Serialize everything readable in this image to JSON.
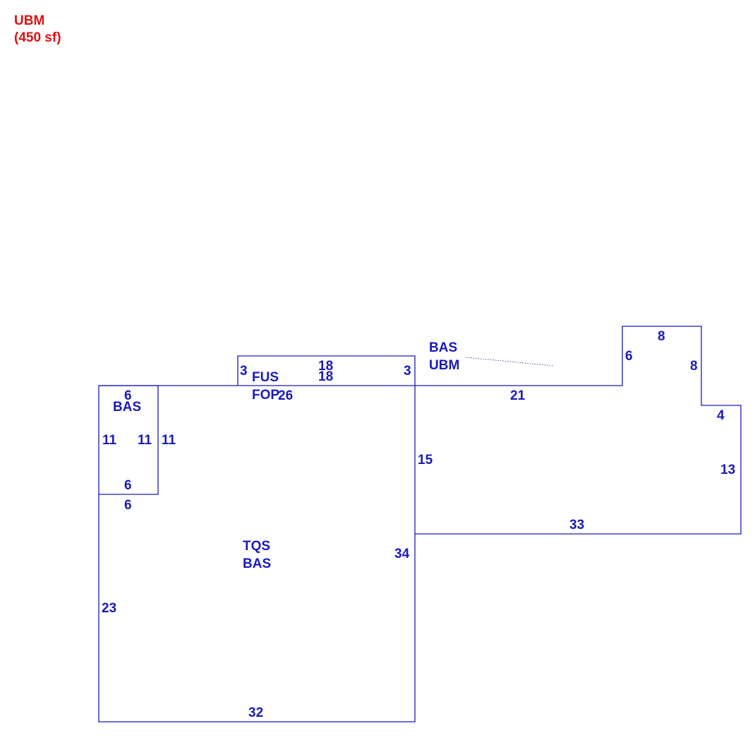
{
  "colors": {
    "line": "#1a1ab8",
    "text": "#1a1ab8",
    "legend": "#e01010"
  },
  "legend": {
    "area_code": "UBM",
    "area_size": "(450 sf)"
  },
  "areas": {
    "fus_code": "FUS",
    "fop_code": "FOP",
    "small_bas_code": "BAS",
    "tqs_code": "TQS",
    "main_bas_code": "BAS",
    "ubm_bas_code": "BAS",
    "ubm_code": "UBM"
  },
  "dimensions": {
    "fop_top": "18",
    "fop_inner": "18",
    "fop_left": "3",
    "fop_right": "3",
    "bas_small_top": "6",
    "bas_small_left": "11",
    "bas_small_right_inner": "11",
    "bas_small_right_outer": "11",
    "bas_small_bottom_inner": "6",
    "bas_small_bottom_outer": "6",
    "main_top": "26",
    "main_left": "23",
    "main_right": "34",
    "main_bottom": "32",
    "ubm_top": "21",
    "ubm_left": "15",
    "ubm_bottom": "33",
    "ubm_right": "13",
    "ubm_step": "4",
    "ubm_bump_top": "8",
    "ubm_bump_left": "6",
    "ubm_bump_right": "8"
  }
}
